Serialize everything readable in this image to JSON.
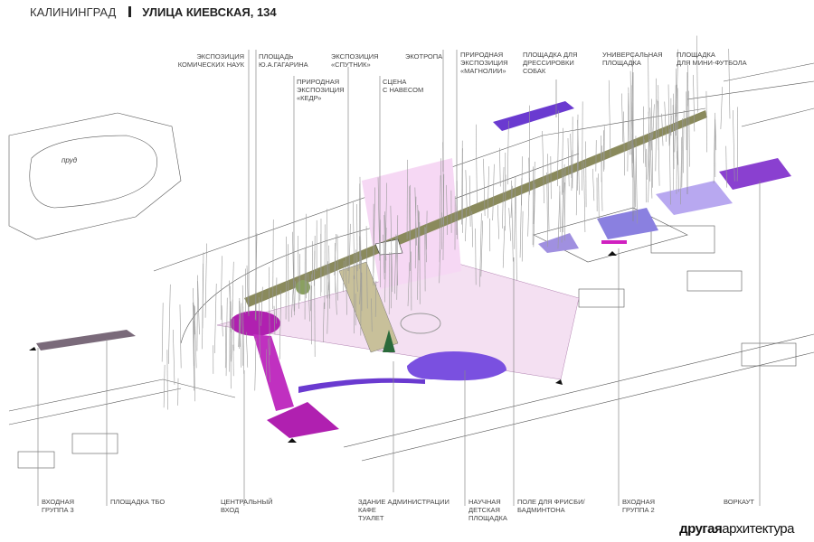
{
  "header": {
    "city": "КАЛИНИНГРАД",
    "address": "УЛИЦА КИЕВСКАЯ, 134"
  },
  "map": {
    "pond_label": "пруд"
  },
  "top_labels": [
    {
      "lines": [
        "ЭКСПОЗИЦИЯ",
        "КОМИЧЕСКИХ НАУК"
      ]
    },
    {
      "lines": [
        "ПЛОЩАДЬ",
        "Ю.А.ГАГАРИНА"
      ]
    },
    {
      "lines": [
        "ЭКСПОЗИЦИЯ",
        "«СПУТНИК»"
      ]
    },
    {
      "lines": [
        "ЭКОТРОПА"
      ]
    },
    {
      "lines": [
        "ПРИРОДНАЯ",
        "ЭКСПОЗИЦИЯ",
        "«КЕДР»"
      ]
    },
    {
      "lines": [
        "СЦЕНА",
        "С НАВЕСОМ"
      ]
    },
    {
      "lines": [
        "ПРИРОДНАЯ",
        "ЭКСПОЗИЦИЯ",
        "«МАГНОЛИИ»"
      ]
    },
    {
      "lines": [
        "ПЛОЩАДКА ДЛЯ",
        "ДРЕССИРОВКИ",
        "СОБАК"
      ]
    },
    {
      "lines": [
        "УНИВЕРСАЛЬНАЯ",
        "ПЛОЩАДКА"
      ]
    },
    {
      "lines": [
        "ПЛОЩАДКА",
        "ДЛЯ МИНИ-ФУТБОЛА"
      ]
    }
  ],
  "bottom_labels": [
    {
      "lines": [
        "ВХОДНАЯ",
        "ГРУППА 3"
      ]
    },
    {
      "lines": [
        "ПЛОЩАДКА ТБО"
      ]
    },
    {
      "lines": [
        "ЦЕНТРАЛЬНЫЙ",
        "ВХОД"
      ]
    },
    {
      "lines": [
        "ЗДАНИЕ АДМИНИСТРАЦИИ",
        "КАФЕ",
        "ТУАЛЕТ"
      ]
    },
    {
      "lines": [
        "НАУЧНАЯ",
        "ДЕТСКАЯ",
        "ПЛОЩАДКА"
      ]
    },
    {
      "lines": [
        "ПОЛЕ ДЛЯ ФРИСБИ/",
        "БАДМИНТОНА"
      ]
    },
    {
      "lines": [
        "ВХОДНАЯ",
        "ГРУППА 2"
      ]
    },
    {
      "lines": [
        "ВОРКАУТ"
      ]
    }
  ],
  "logo": {
    "bold": "другая",
    "regular": "архитектура"
  },
  "colors": {
    "path": "#8a8a5c",
    "magenta": "#b020b0",
    "purple": "#6a3ad0",
    "lilac": "#b8a8f0",
    "pink": "#f0c8ee"
  }
}
